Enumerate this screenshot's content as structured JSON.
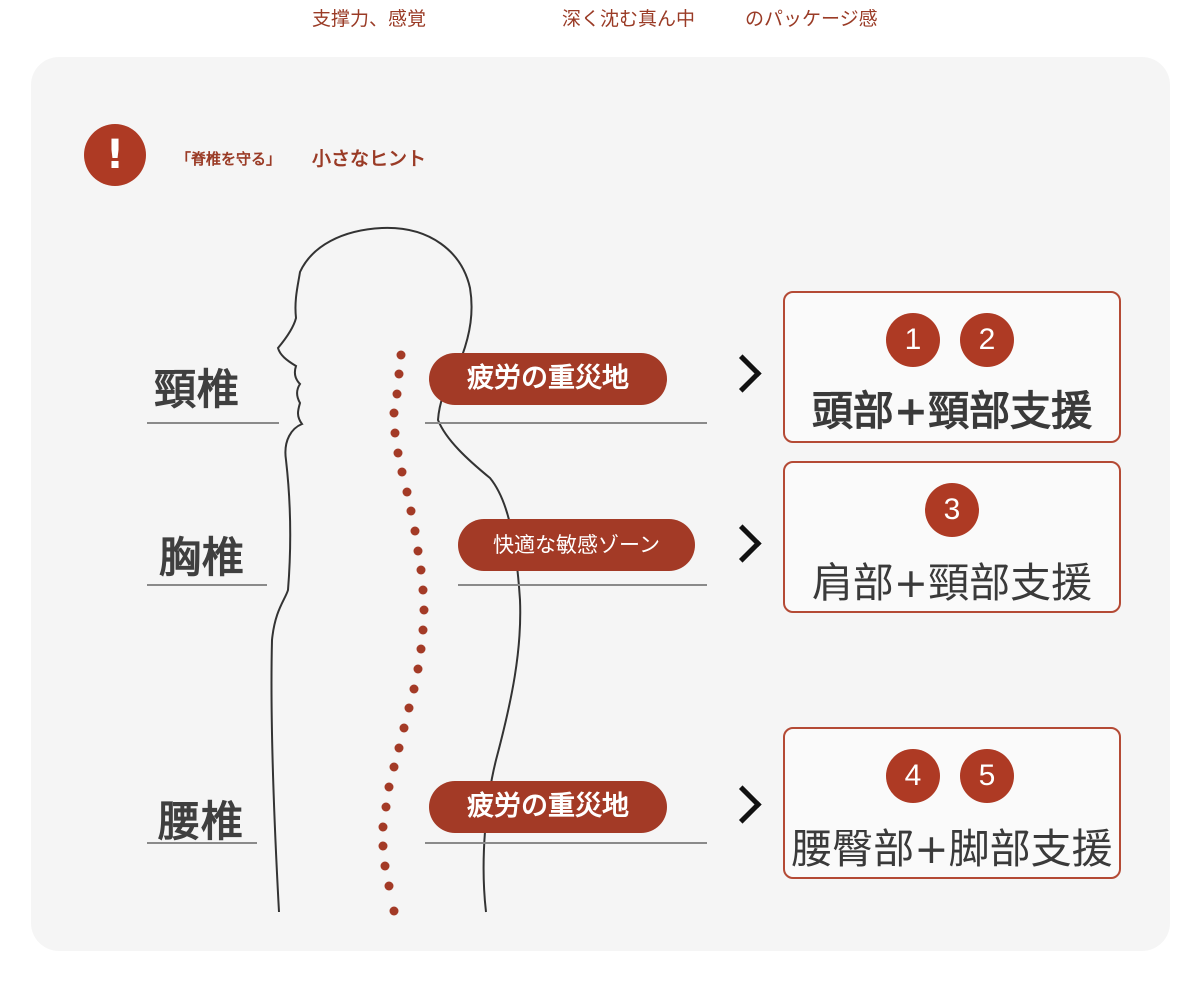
{
  "top_tabs": [
    "支撑力、感覚",
    "深く沈む真ん中",
    "のパッケージ感"
  ],
  "hint": {
    "icon": "exclamation-icon",
    "quote": "「脊椎を守る」",
    "text": "小さなヒント"
  },
  "rows": [
    {
      "vertebra": "頸椎",
      "tag": "疲労の重災地",
      "support": {
        "numbers": [
          "1",
          "2"
        ],
        "label": "頭部+頸部支援"
      }
    },
    {
      "vertebra": "胸椎",
      "tag": "快適な敏感ゾーン",
      "support": {
        "numbers": [
          "3"
        ],
        "label": "肩部+頸部支援"
      }
    },
    {
      "vertebra": "腰椎",
      "tag": "疲労の重災地",
      "support": {
        "numbers": [
          "4",
          "5"
        ],
        "label": "腰臀部+脚部支援"
      }
    }
  ],
  "colors": {
    "accent": "#ae3a24",
    "pill": "#a33a26",
    "card_bg": "#f5f5f5",
    "text_dark": "#3f3f3f"
  }
}
